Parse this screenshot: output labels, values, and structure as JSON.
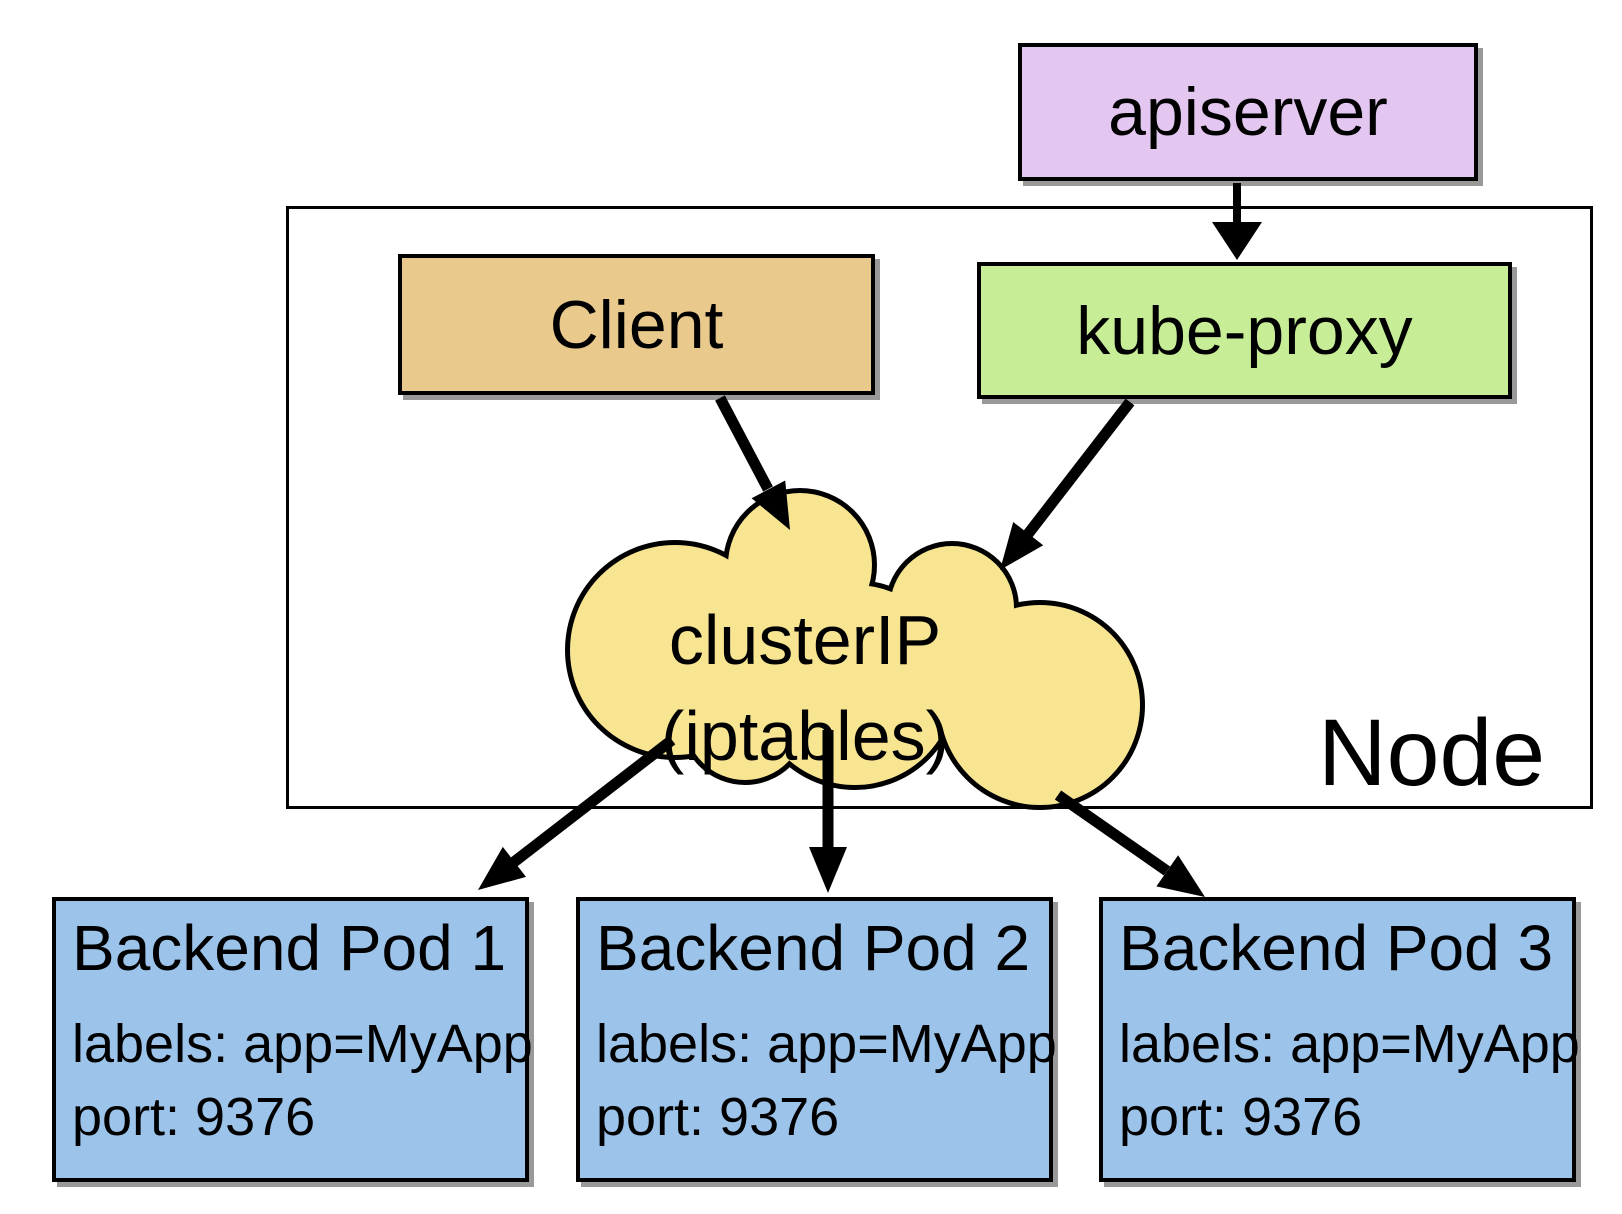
{
  "nodes": {
    "apiserver": {
      "label": "apiserver"
    },
    "client": {
      "label": "Client"
    },
    "kube_proxy": {
      "label": "kube-proxy"
    },
    "cluster_ip": {
      "line1": "clusterIP",
      "line2": "(iptables)"
    },
    "node": {
      "label": "Node"
    }
  },
  "pods": [
    {
      "title": "Backend Pod 1",
      "labels_line": "labels: app=MyApp",
      "port_line": "port: 9376"
    },
    {
      "title": "Backend Pod 2",
      "labels_line": "labels: app=MyApp",
      "port_line": "port: 9376"
    },
    {
      "title": "Backend Pod 3",
      "labels_line": "labels: app=MyApp",
      "port_line": "port: 9376"
    }
  ],
  "edges": [
    {
      "from": "apiserver",
      "to": "kube-proxy"
    },
    {
      "from": "Client",
      "to": "clusterIP (iptables)"
    },
    {
      "from": "kube-proxy",
      "to": "clusterIP (iptables)"
    },
    {
      "from": "clusterIP (iptables)",
      "to": "Backend Pod 1"
    },
    {
      "from": "clusterIP (iptables)",
      "to": "Backend Pod 2"
    },
    {
      "from": "clusterIP (iptables)",
      "to": "Backend Pod 3"
    }
  ],
  "colors": {
    "apiserver": "#e4c7f1",
    "client": "#eaca8c",
    "kube_proxy": "#c7ee97",
    "cluster_ip": "#f7e592",
    "pod": "#9cc3e9",
    "stroke": "#000000"
  }
}
